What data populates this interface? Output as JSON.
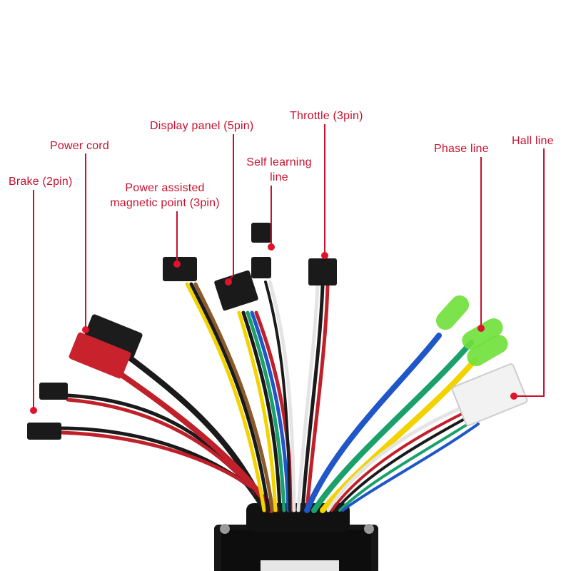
{
  "labels": {
    "brake": "Brake (2pin)",
    "power_cord": "Power cord",
    "power_assisted_line1": "Power assisted",
    "power_assisted_line2": "magnetic point (3pin)",
    "display_panel": "Display panel (5pin)",
    "self_learning_line1": "Self learning",
    "self_learning_line2": "line",
    "throttle": "Throttle (3pin)",
    "phase_line": "Phase line",
    "hall_line": "Hall line"
  },
  "colors": {
    "annotation": "#c8102e",
    "wire_red": "#c0202a",
    "wire_black": "#1a1a1a",
    "wire_yellow": "#f2d300",
    "wire_blue": "#1f56c8",
    "wire_green": "#1aa06a",
    "wire_white": "#e8e8e8",
    "wire_brown": "#8b5a2b",
    "connector_green": "#6fe03a",
    "connector_red": "#c8232c"
  }
}
